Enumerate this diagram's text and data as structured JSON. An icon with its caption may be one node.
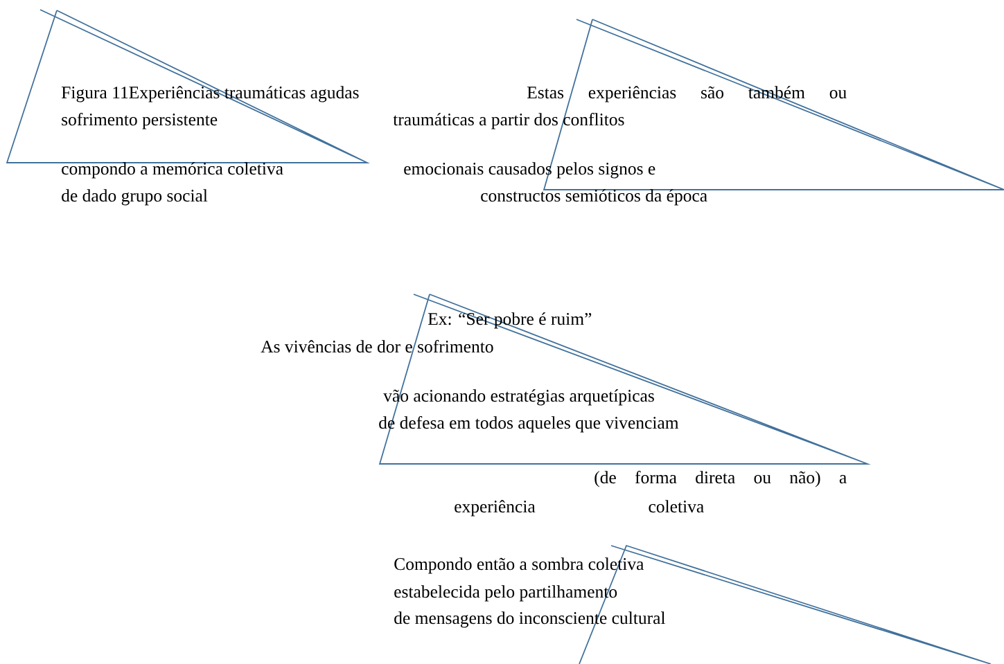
{
  "diagram": {
    "labels": [
      "Figura 11Experiências traumáticas agudas",
      "Estas experiências são também ou",
      "sofrimento persistente",
      "traumáticas a partir dos conflitos",
      "compondo a memórica coletiva",
      "emocionais causados pelos signos e",
      "de dado grupo social",
      "constructos semióticos da época",
      "Ex: “Ser pobre é ruim”",
      "As vivências de dor e sofrimento",
      "vão acionando estratégias arquetípicas",
      "de defesa em todos aqueles que vivenciam",
      "(de forma direta ou não) a",
      "experiência coletiva",
      "Compondo então a sombra coletiva",
      "estabelecida pelo partilhamento",
      "de mensagens do inconsciente cultural"
    ]
  }
}
